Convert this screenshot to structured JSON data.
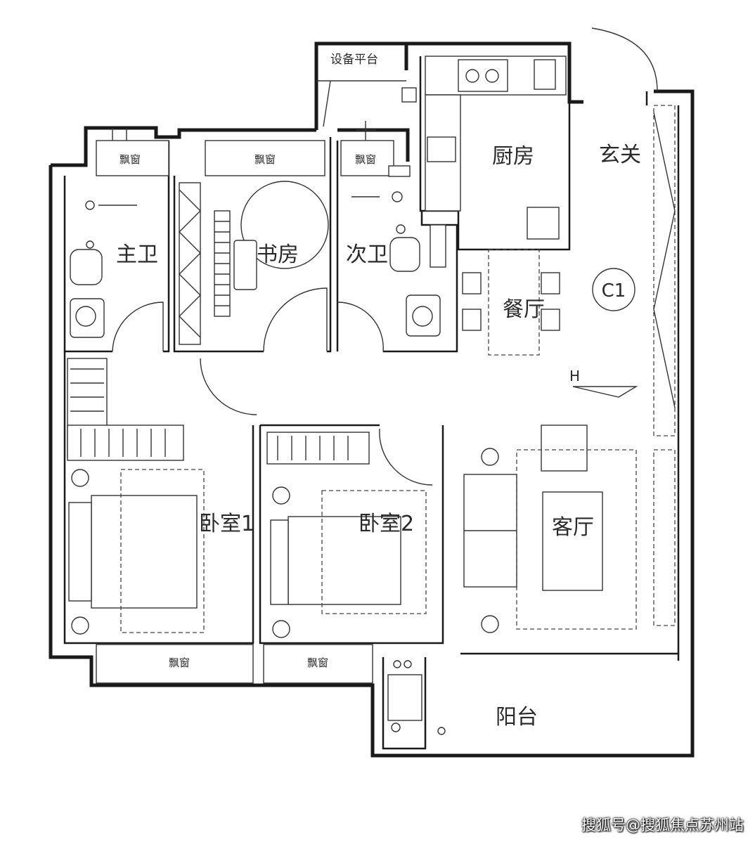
{
  "plan": {
    "rooms": {
      "master_bath": "主卫",
      "study": "书房",
      "second_bath": "次卫",
      "kitchen": "厨房",
      "entrance": "玄关",
      "dining": "餐厅",
      "bedroom1": "卧室1",
      "bedroom2": "卧室2",
      "living": "客厅",
      "balcony": "阳台",
      "equipment_platform": "设备平台"
    },
    "windows": {
      "master_bath": "飘窗",
      "study": "飘窗",
      "second_bath": "飘窗",
      "bedroom1": "飘窗",
      "bedroom2": "飘窗"
    },
    "type_mark": "C1",
    "level_mark": "H"
  },
  "watermark": "搜狐号@搜狐焦点苏州站"
}
